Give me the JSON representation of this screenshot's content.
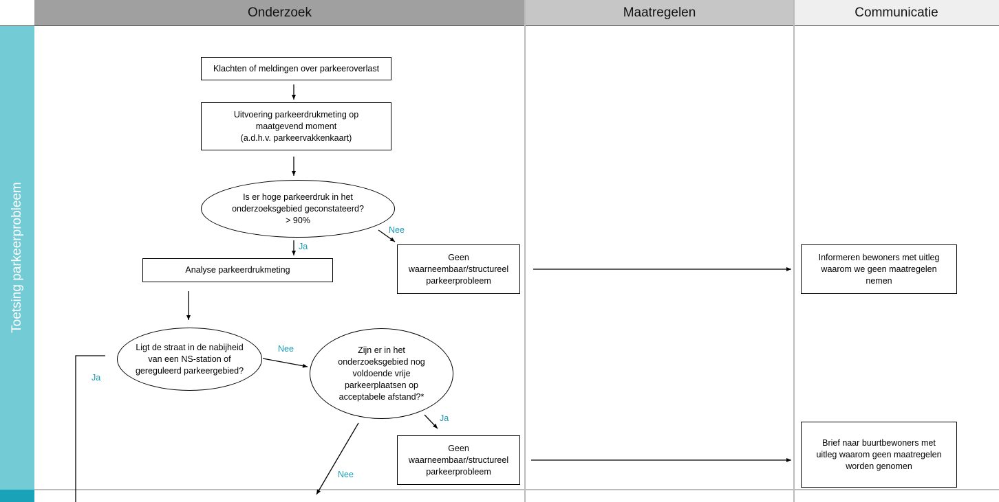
{
  "header": {
    "col_onderzoek": "Onderzoek",
    "col_maatregelen": "Maatregelen",
    "col_communicatie": "Communicatie"
  },
  "lane": {
    "label": "Toetsing parkeerprobleem"
  },
  "nodes": {
    "klachten": "Klachten of meldingen over parkeeroverlast",
    "uitvoering": "Uitvoering parkeerdrukmeting op\nmaatgevend moment\n(a.d.h.v. parkeervakkenkaart)",
    "hoge_druk": "Is er hoge parkeerdruk in het\nonderzoeksgebied geconstateerd?\n>    90%",
    "analyse": "Analyse parkeerdrukmeting",
    "geen_1": "Geen\nwaarneembaar/structureel\nparkeerprobleem",
    "informeren": "Informeren bewoners met uitleg\nwaarom we geen maatregelen\nnemen",
    "ligt_straat": "Ligt de straat in de nabijheid\nvan een NS-station of\ngereguleerd parkeergebied?",
    "zijn_er": "Zijn er in het\nonderzoeksgebied nog\nvoldoende vrije\nparkeerplaatsen op\nacceptabele afstand?*",
    "geen_2": "Geen\nwaarneembaar/structureel\nparkeerprobleem",
    "brief": "Brief naar buurtbewoners met\nuitleg waarom geen maatregelen\nworden genomen"
  },
  "edge_labels": {
    "nee_1": "Nee",
    "ja_1": "Ja",
    "nee_2": "Nee",
    "ja_2": "Ja",
    "ja_3": "Ja",
    "nee_3": "Nee"
  },
  "colors": {
    "lane_accent": "#73cbd6",
    "lane_accent_dark": "#1aa3b8",
    "header_onderzoek": "#a0a0a0",
    "header_maatregelen": "#c6c6c6",
    "header_communicatie": "#efefef",
    "label_text": "#1a9bb5"
  }
}
